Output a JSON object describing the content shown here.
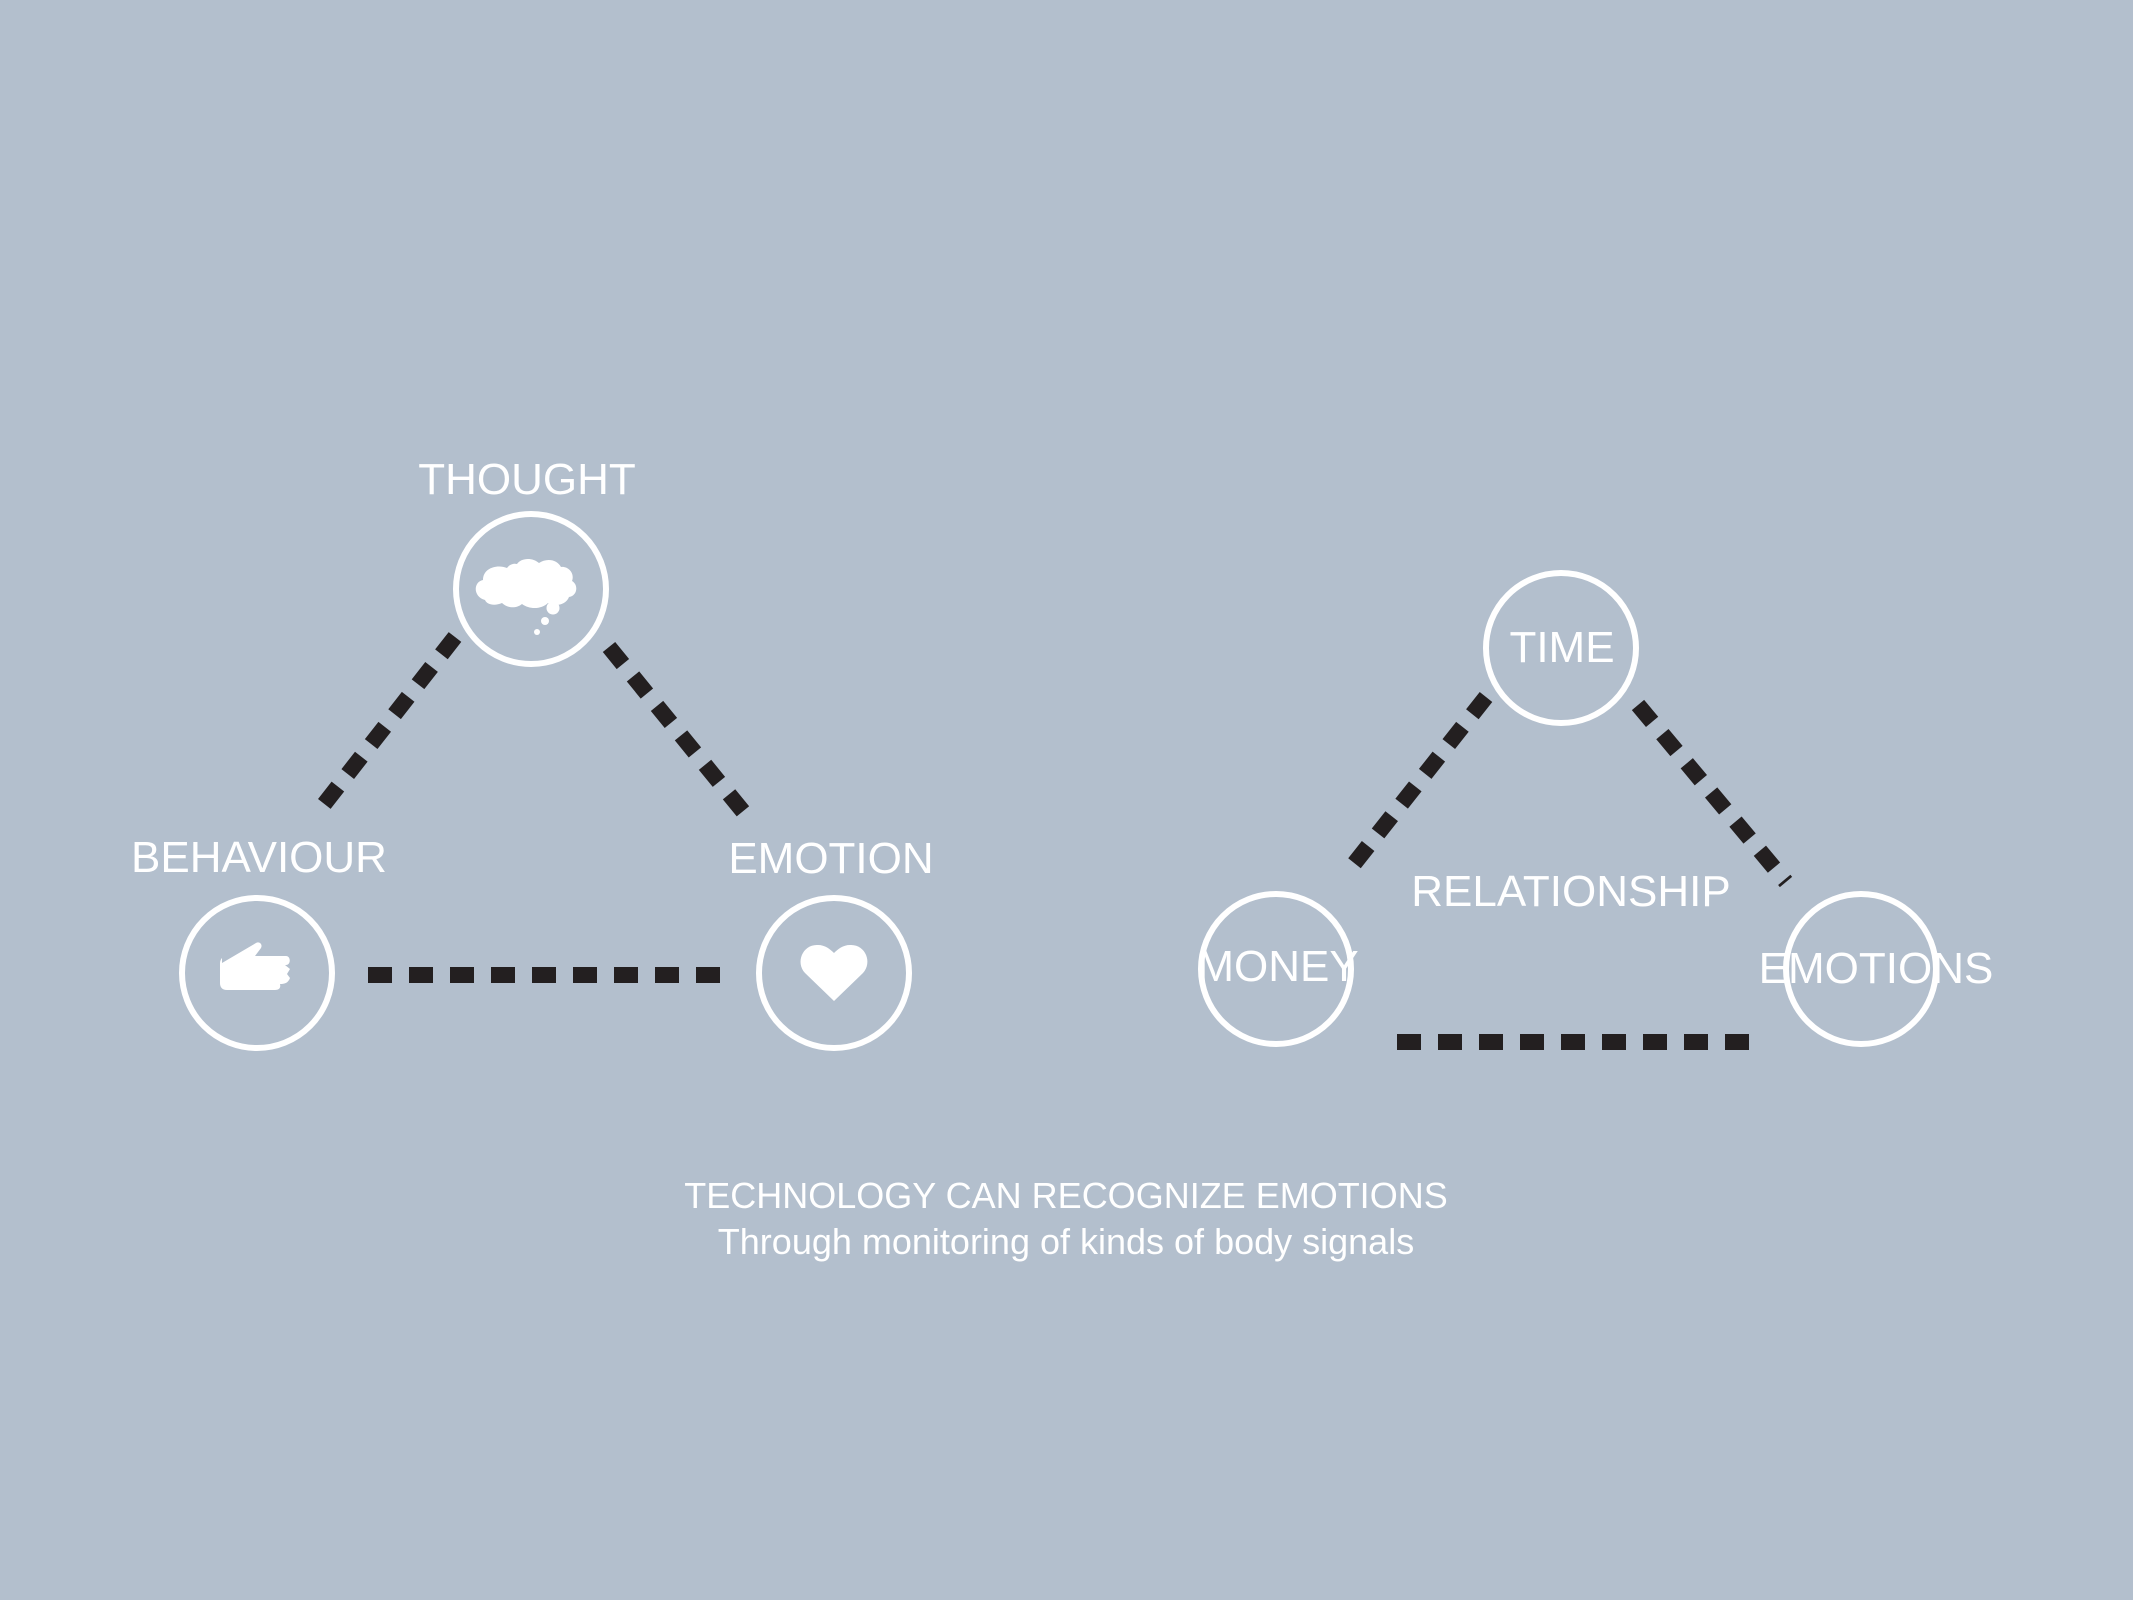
{
  "colors": {
    "background": "#b3bfcd",
    "foreground": "#ffffff",
    "connector": "#231f20"
  },
  "left_triangle": {
    "nodes": {
      "thought": {
        "label": "THOUGHT",
        "icon": "thought-cloud-icon"
      },
      "behaviour": {
        "label": "BEHAVIOUR",
        "icon": "pointing-hand-icon"
      },
      "emotion": {
        "label": "EMOTION",
        "icon": "heart-icon"
      }
    }
  },
  "right_triangle": {
    "center_label": "RELATIONSHIP",
    "nodes": {
      "time": {
        "label": "TIME"
      },
      "money": {
        "label": "MONEY"
      },
      "emotions": {
        "label": "EMOTIONS"
      }
    }
  },
  "caption": {
    "headline": "TECHNOLOGY CAN RECOGNIZE EMOTIONS",
    "subline": "Through monitoring of kinds of body signals"
  }
}
